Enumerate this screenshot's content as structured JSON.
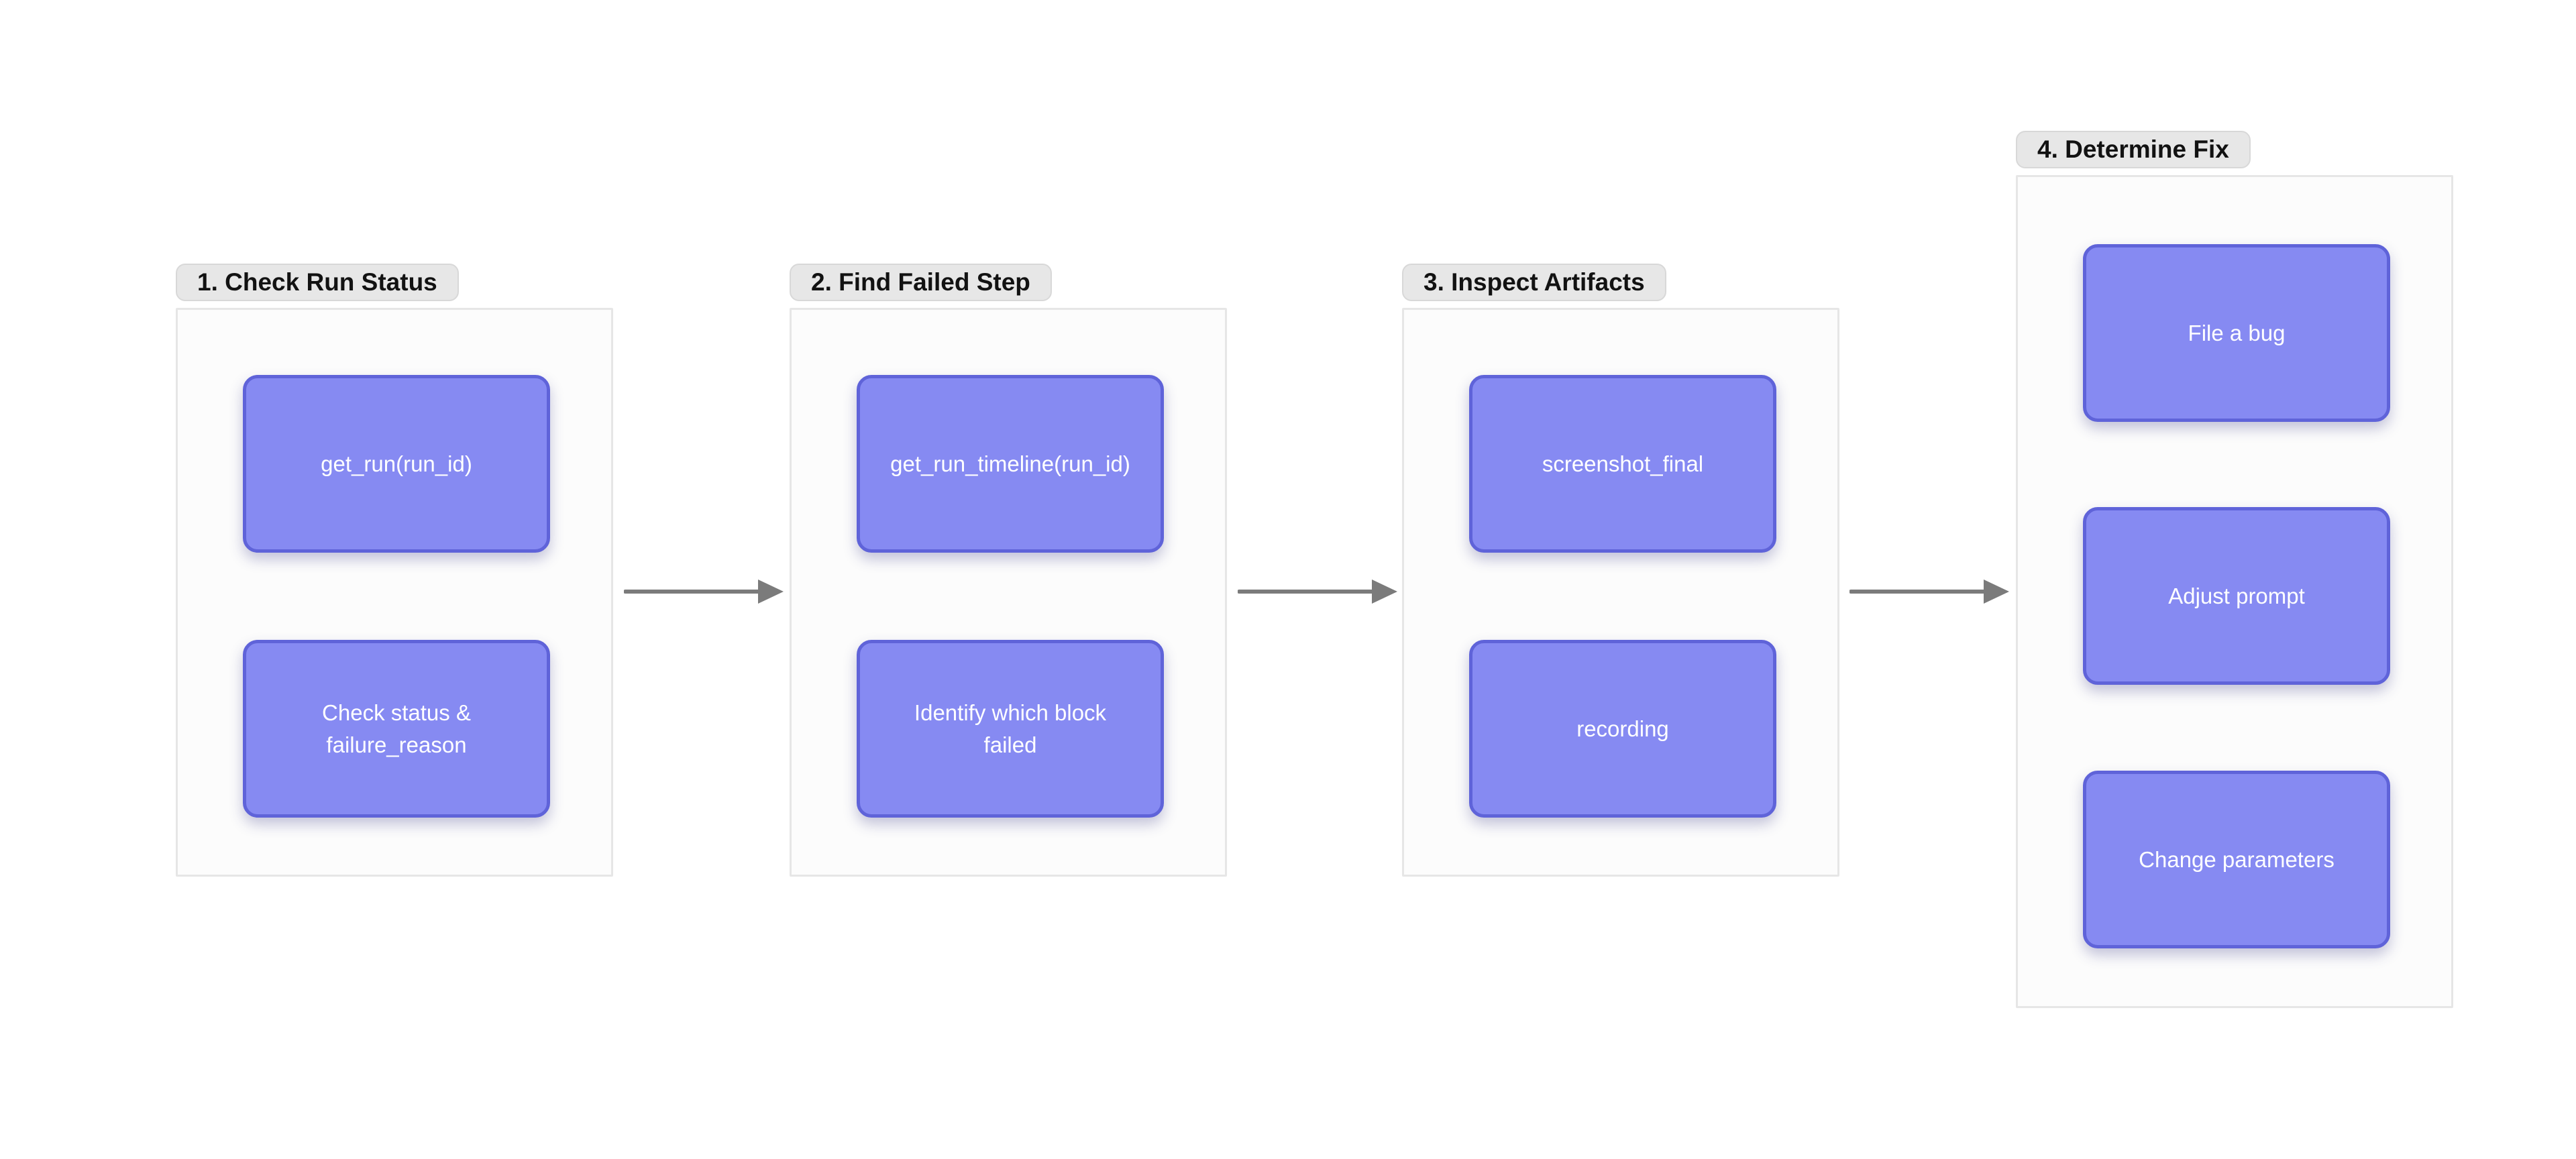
{
  "diagram": {
    "groups": [
      {
        "label": "1. Check Run Status",
        "nodes": [
          "get_run(run_id)",
          "Check status & failure_reason"
        ]
      },
      {
        "label": "2. Find Failed Step",
        "nodes": [
          "get_run_timeline(run_id)",
          "Identify which block failed"
        ]
      },
      {
        "label": "3. Inspect Artifacts",
        "nodes": [
          "screenshot_final",
          "recording"
        ]
      },
      {
        "label": "4. Determine Fix",
        "nodes": [
          "File a bug",
          "Adjust prompt",
          "Change parameters"
        ]
      }
    ],
    "colors": {
      "background": "#ffffff",
      "node_fill": "#868af2",
      "node_border": "#5f63d9",
      "node_text": "#ffffff",
      "group_fill": "#fcfcfc",
      "group_border": "#e6e6e6",
      "label_bg": "#e7e7e7",
      "label_border": "#d8d8d8",
      "label_text": "#121212",
      "arrow": "#7b7b7b"
    }
  }
}
